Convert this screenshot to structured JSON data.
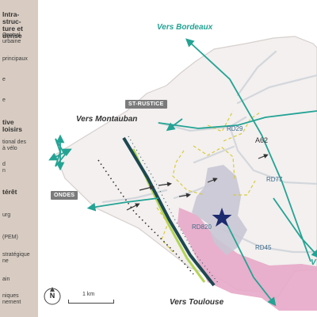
{
  "legend": {
    "items": [
      {
        "text": "Intra-struc-\nture et dense",
        "style": "bold"
      },
      {
        "text": "Central\nurbaine",
        "style": "normal"
      },
      {
        "text": "principaux",
        "style": "normal"
      },
      {
        "text": "e",
        "style": "normal"
      },
      {
        "text": "e",
        "style": "normal"
      },
      {
        "text": "tive\nloisirs",
        "style": "bold"
      },
      {
        "text": "tional des\nà vélo",
        "style": "normal"
      },
      {
        "text": "d\nn",
        "style": "normal"
      },
      {
        "text": "térêt",
        "style": "bold"
      },
      {
        "text": "urg",
        "style": "normal"
      },
      {
        "text": "(PEM)",
        "style": "normal"
      },
      {
        "text": "stratégique\nne",
        "style": "normal"
      },
      {
        "text": "ain",
        "style": "normal"
      },
      {
        "text": "niques\nnement",
        "style": "normal"
      }
    ]
  },
  "directions": {
    "bordeaux": "Vers Bordeaux",
    "montauban": "Vers Montauban",
    "toulouse": "Vers Toulouse",
    "partial_right": "V"
  },
  "places": {
    "st_rustice": "ST-RUSTICE",
    "ondes": "ONDES"
  },
  "roads": {
    "rd29": "RD29",
    "a62": "A62",
    "rd77": "RD77",
    "rd820": "RD820",
    "rd45": "RD45"
  },
  "scale": {
    "label": "1 km"
  },
  "north": {
    "label": "N"
  },
  "colors": {
    "territory_fill": "#f3f0ef",
    "territory_stroke": "#d6d0cd",
    "legend_bg": "#d8ccc2",
    "teal_arrow": "#23a394",
    "dense_zone": "#e7a9c8",
    "grey_zone": "#c9c6d4",
    "rail": "#1c4852",
    "road": "#d3d7dc",
    "green_cycle": "#b2d455",
    "yellow_dashed": "#d9cb3a",
    "star": "#1c2a6f"
  },
  "icons": {
    "center": "star-icon",
    "north": "north-arrow-icon"
  }
}
